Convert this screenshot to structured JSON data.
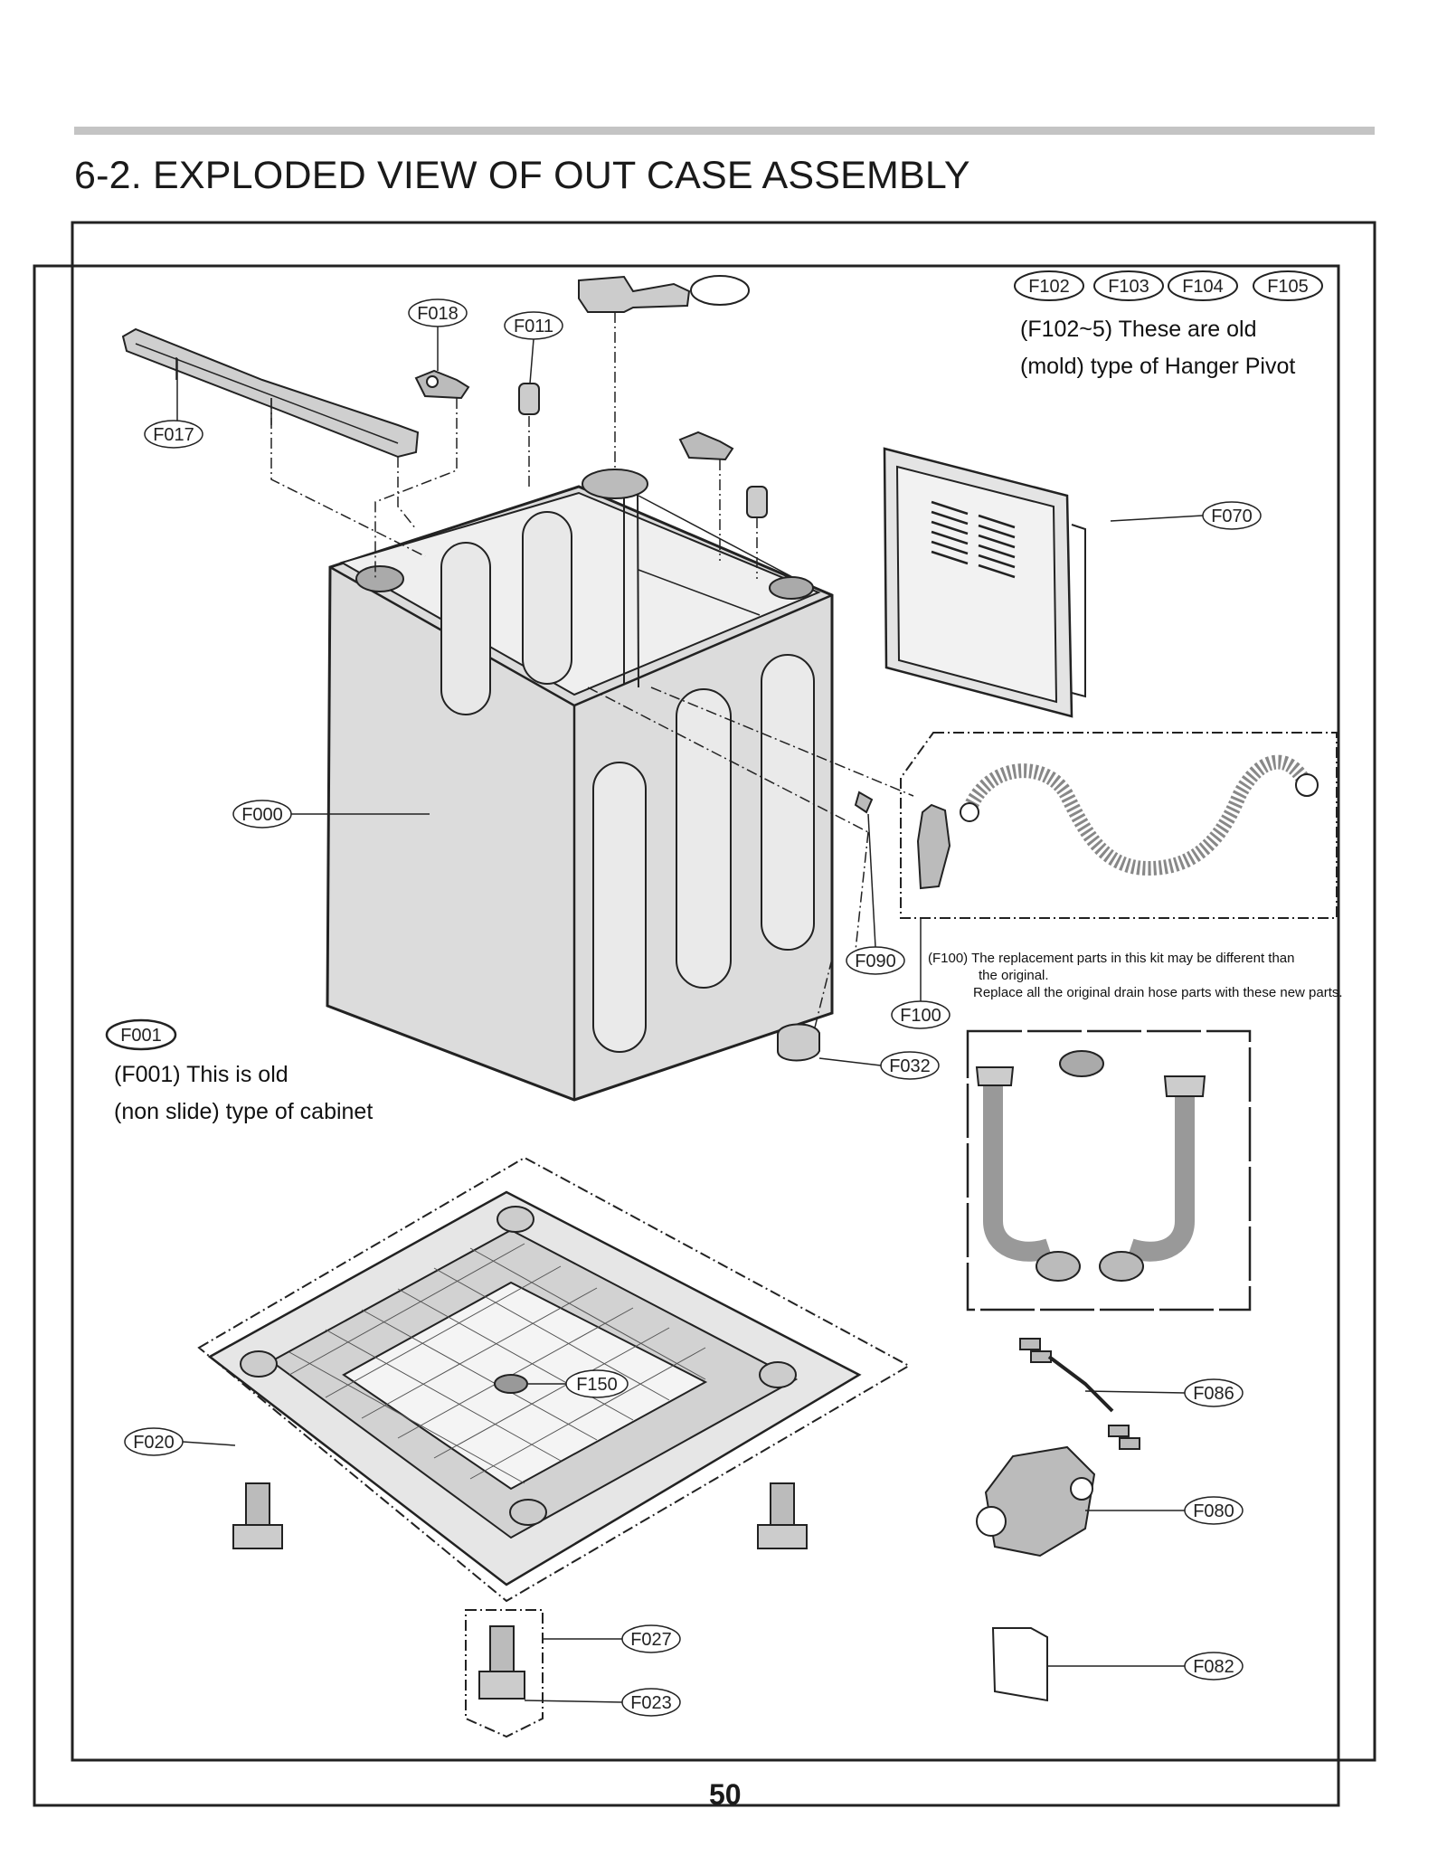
{
  "page": {
    "title": "6-2. EXPLODED VIEW OF OUT CASE ASSEMBLY",
    "page_number": "50"
  },
  "notes": {
    "hanger_pivot": [
      "(F102~5) These are old",
      "(mold) type of Hanger Pivot"
    ],
    "cabinet": [
      "(F001) This is old",
      "(non slide) type of cabinet"
    ],
    "drain_hose": [
      "(F100) The replacement parts in this kit may be different  than",
      "the original.",
      "Replace all the original drain hose parts with these new parts."
    ]
  },
  "callouts": {
    "f000": "F000",
    "f001": "F001",
    "f011": "F011",
    "f017": "F017",
    "f018": "F018",
    "f020": "F020",
    "f023": "F023",
    "f027": "F027",
    "f032": "F032",
    "f070": "F070",
    "f080": "F080",
    "f082": "F082",
    "f086": "F086",
    "f090": "F090",
    "f100": "F100",
    "f102": "F102",
    "f103": "F103",
    "f104": "F104",
    "f105": "F105",
    "f150": "F150"
  },
  "colors": {
    "line": "#222222",
    "panel": "#dcdcdc",
    "rule": "#c4c4c4"
  }
}
